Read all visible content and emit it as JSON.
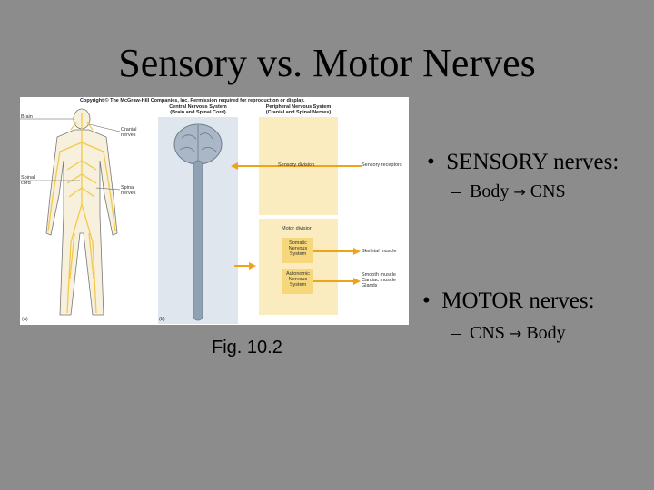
{
  "slide": {
    "title": "Sensory vs. Motor Nerves",
    "caption": "Fig. 10.2",
    "bullets": [
      {
        "text": "SENSORY nerves:",
        "sub": {
          "from": "Body",
          "to": "CNS"
        }
      },
      {
        "text": "MOTOR nerves:",
        "sub": {
          "from": "CNS",
          "to": "Body"
        }
      }
    ],
    "bullet_marker": "•",
    "sub_marker": "–",
    "arrow_glyph": "→"
  },
  "figure": {
    "copyright": "Copyright © The McGraw-Hill Companies, Inc. Permission required for reproduction or display.",
    "cns_header": [
      "Central Nervous System",
      "(Brain and Spinal Cord)"
    ],
    "pns_header": [
      "Peripheral Nervous System",
      "(Cranial and Spinal Nerves)"
    ],
    "body_labels": {
      "brain": "Brain",
      "cranial": [
        "Cranial",
        "nerves"
      ],
      "spinal_cord": [
        "Spinal",
        "cord"
      ],
      "spinal_nerves": [
        "Spinal",
        "nerves"
      ]
    },
    "panel_a": "(a)",
    "panel_b": "(b)",
    "sensory_division": "Sensory division",
    "sensory_receptors": "Sensory receptors",
    "motor_division": "Motor division",
    "somatic": [
      "Somatic",
      "Nervous",
      "System"
    ],
    "autonomic": [
      "Autonomic",
      "Nervous",
      "System"
    ],
    "skeletal_muscle": "Skeletal muscle",
    "effectors": [
      "Smooth muscle",
      "Cardiac muscle",
      "Glands"
    ],
    "colors": {
      "nerve": "#f2c94c",
      "panel": "#fbecc0",
      "arrow": "#f0a21b",
      "brain": "#9fb0c0",
      "cns_bg": "#dfe6ee"
    }
  }
}
